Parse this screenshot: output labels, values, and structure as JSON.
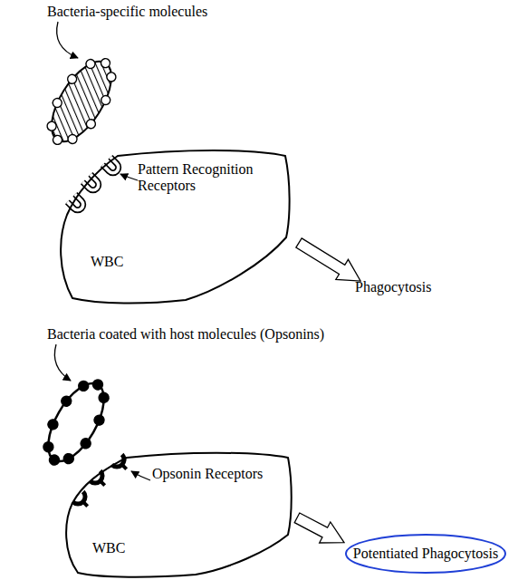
{
  "diagram": {
    "nodes": [
      {
        "text": [
          "WBC"
        ]
      },
      {
        "text": [
          "WBC"
        ]
      },
      {
        "text": [
          "Potentiated Phagocytosis"
        ]
      }
    ],
    "edges": [
      {
        "from": 1,
        "to": 2,
        "arrow": "to"
      }
    ],
    "labels": [
      "Bacteria-specific molecules",
      "Pattern Recognition Receptors",
      "Phagocytosis",
      "Bacteria coated with host molecules (Opsonins)",
      "Opsonin Receptors"
    ]
  }
}
